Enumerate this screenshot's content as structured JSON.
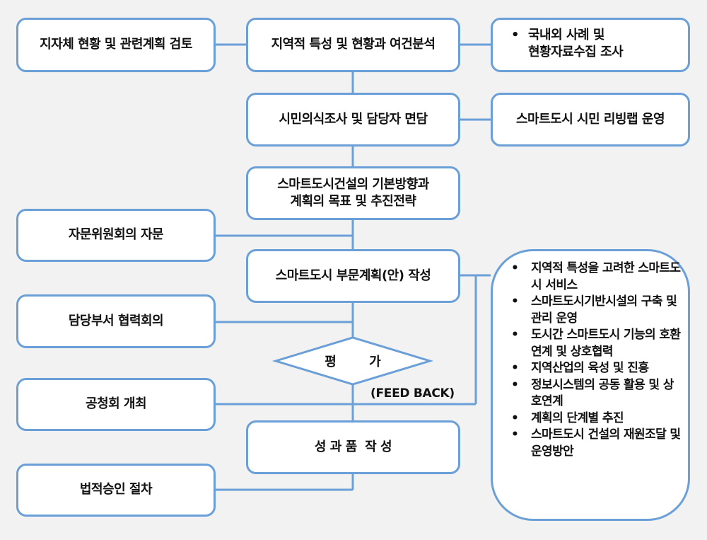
{
  "left_column": {
    "b1": "지자체 현황 및 관련계획 검토",
    "b2": "자문위원회의 자문",
    "b3": "담당부서 협력회의",
    "b4": "공청회 개최",
    "b5": "법적승인 절차"
  },
  "center_column": {
    "c1": "지역적 특성 및 현황과 여건분석",
    "c2": "시민의식조사 및 담당자 면담",
    "c3_line1": "스마트도시건설의 기본방향과",
    "c3_line2": "계획의 목표 및 추진전략",
    "c4": "스마트도시 부문계획(안) 작성",
    "decision": "평 가",
    "c5": "성 과 품  작 성"
  },
  "right_column": {
    "r1_line1": "국내외 사례 및",
    "r1_line2": "현황자료수집 조사",
    "r2": "스마트도시 시민 리빙랩 운영",
    "feedback": "(FEED BACK)",
    "items": [
      "지역적 특성을 고려한 스마트도시 서비스",
      "스마트도시기반시설의 구축 및 관리 운영",
      "도시간 스마트도시 기능의 호환 연계 및 상호협력",
      "지역산업의 육성 및 진흥",
      "정보시스템의 공동 활용 및 상호연계",
      "계획의 단계별 추진",
      "스마트도시 건설의 재원조달 및 운영방안"
    ]
  },
  "colors": {
    "border": "#6a9fd8",
    "background": "#f2f2f2",
    "box_fill": "#ffffff"
  }
}
